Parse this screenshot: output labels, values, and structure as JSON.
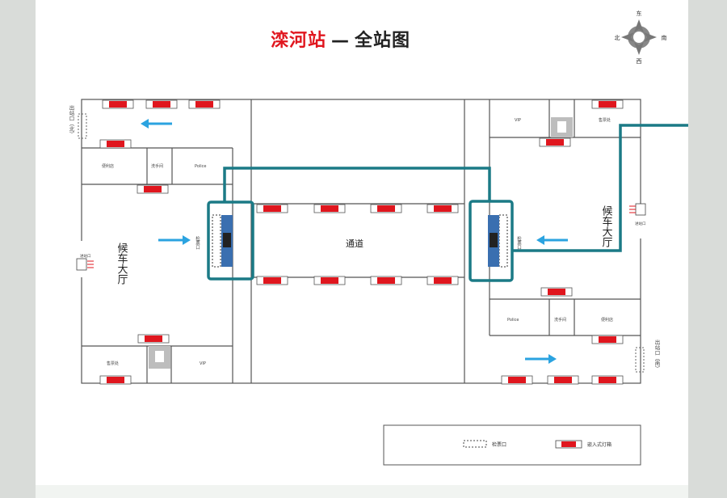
{
  "title": {
    "station": "滦河站",
    "separator": "—",
    "subtitle": "全站图"
  },
  "colors": {
    "accent_red": "#e0161e",
    "walls": "#555555",
    "highlight_teal": "#1b7a86",
    "arrow_blue": "#2ba3e0",
    "gate_blue": "#3a6fb0"
  },
  "compass": {
    "north": "北",
    "south": "南",
    "east": "东",
    "west": "西"
  },
  "labels": {
    "exit_north": "出站口（北）",
    "exit_south": "出站口（南）",
    "waiting_hall": "候车大厅",
    "passage": "通道",
    "vip": "VIP",
    "police": "Police",
    "small_shop": "售票处",
    "convenience": "便利店",
    "toilet": "洗手间",
    "ticket_gate": "检票口",
    "entrance": "进站口"
  },
  "legend": {
    "ticket_gate": "检票口",
    "embedded_light_box": "嵌入式灯箱"
  },
  "icons": {
    "toilet_west": "toilet-icon",
    "toilet_east": "toilet-icon",
    "entrance_west": "entrance-icon",
    "entrance_east": "entrance-icon"
  }
}
